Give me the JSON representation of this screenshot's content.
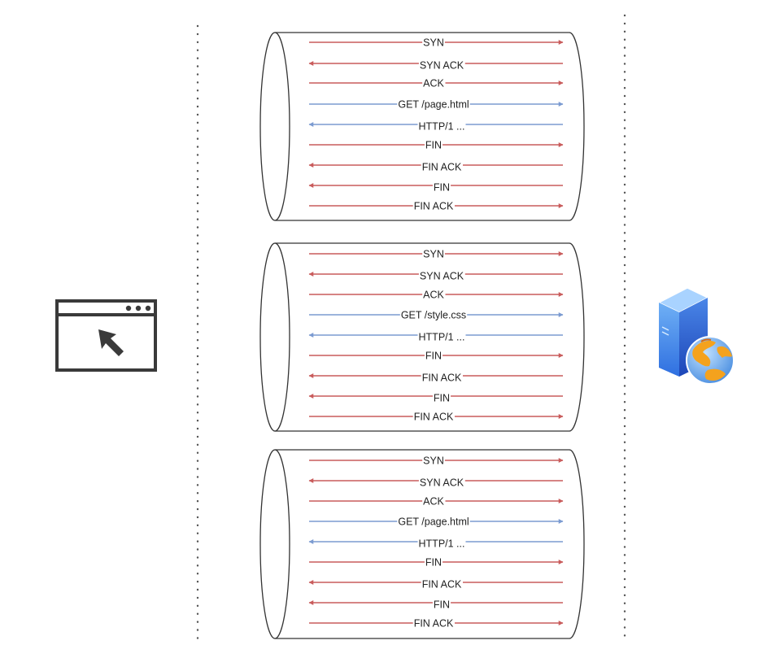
{
  "colors": {
    "tcp": "#c95c5c",
    "http": "#7b9bd1",
    "outline": "#333333",
    "lifeline": "#555555",
    "label": "#222222"
  },
  "participants": {
    "client": {
      "name": "browser-client",
      "icon": "browser-window-cursor-icon"
    },
    "server": {
      "name": "web-server",
      "icon": "server-globe-icon"
    }
  },
  "connections": [
    {
      "messages": [
        {
          "label": "SYN",
          "direction": "to-server",
          "kind": "tcp"
        },
        {
          "label": "SYN ACK",
          "direction": "to-client",
          "kind": "tcp"
        },
        {
          "label": "ACK",
          "direction": "to-server",
          "kind": "tcp"
        },
        {
          "label": "GET /page.html",
          "direction": "to-server",
          "kind": "http"
        },
        {
          "label": "HTTP/1 ...",
          "direction": "to-client",
          "kind": "http"
        },
        {
          "label": "FIN",
          "direction": "to-server",
          "kind": "tcp"
        },
        {
          "label": "FIN ACK",
          "direction": "to-client",
          "kind": "tcp"
        },
        {
          "label": "FIN",
          "direction": "to-client",
          "kind": "tcp"
        },
        {
          "label": "FIN ACK",
          "direction": "to-server",
          "kind": "tcp"
        }
      ]
    },
    {
      "messages": [
        {
          "label": "SYN",
          "direction": "to-server",
          "kind": "tcp"
        },
        {
          "label": "SYN ACK",
          "direction": "to-client",
          "kind": "tcp"
        },
        {
          "label": "ACK",
          "direction": "to-server",
          "kind": "tcp"
        },
        {
          "label": "GET /style.css",
          "direction": "to-server",
          "kind": "http"
        },
        {
          "label": "HTTP/1 ...",
          "direction": "to-client",
          "kind": "http"
        },
        {
          "label": "FIN",
          "direction": "to-server",
          "kind": "tcp"
        },
        {
          "label": "FIN ACK",
          "direction": "to-client",
          "kind": "tcp"
        },
        {
          "label": "FIN",
          "direction": "to-client",
          "kind": "tcp"
        },
        {
          "label": "FIN ACK",
          "direction": "to-server",
          "kind": "tcp"
        }
      ]
    },
    {
      "messages": [
        {
          "label": "SYN",
          "direction": "to-server",
          "kind": "tcp"
        },
        {
          "label": "SYN ACK",
          "direction": "to-client",
          "kind": "tcp"
        },
        {
          "label": "ACK",
          "direction": "to-server",
          "kind": "tcp"
        },
        {
          "label": "GET /page.html",
          "direction": "to-server",
          "kind": "http"
        },
        {
          "label": "HTTP/1 ...",
          "direction": "to-client",
          "kind": "http"
        },
        {
          "label": "FIN",
          "direction": "to-server",
          "kind": "tcp"
        },
        {
          "label": "FIN ACK",
          "direction": "to-client",
          "kind": "tcp"
        },
        {
          "label": "FIN",
          "direction": "to-client",
          "kind": "tcp"
        },
        {
          "label": "FIN ACK",
          "direction": "to-server",
          "kind": "tcp"
        }
      ]
    }
  ]
}
